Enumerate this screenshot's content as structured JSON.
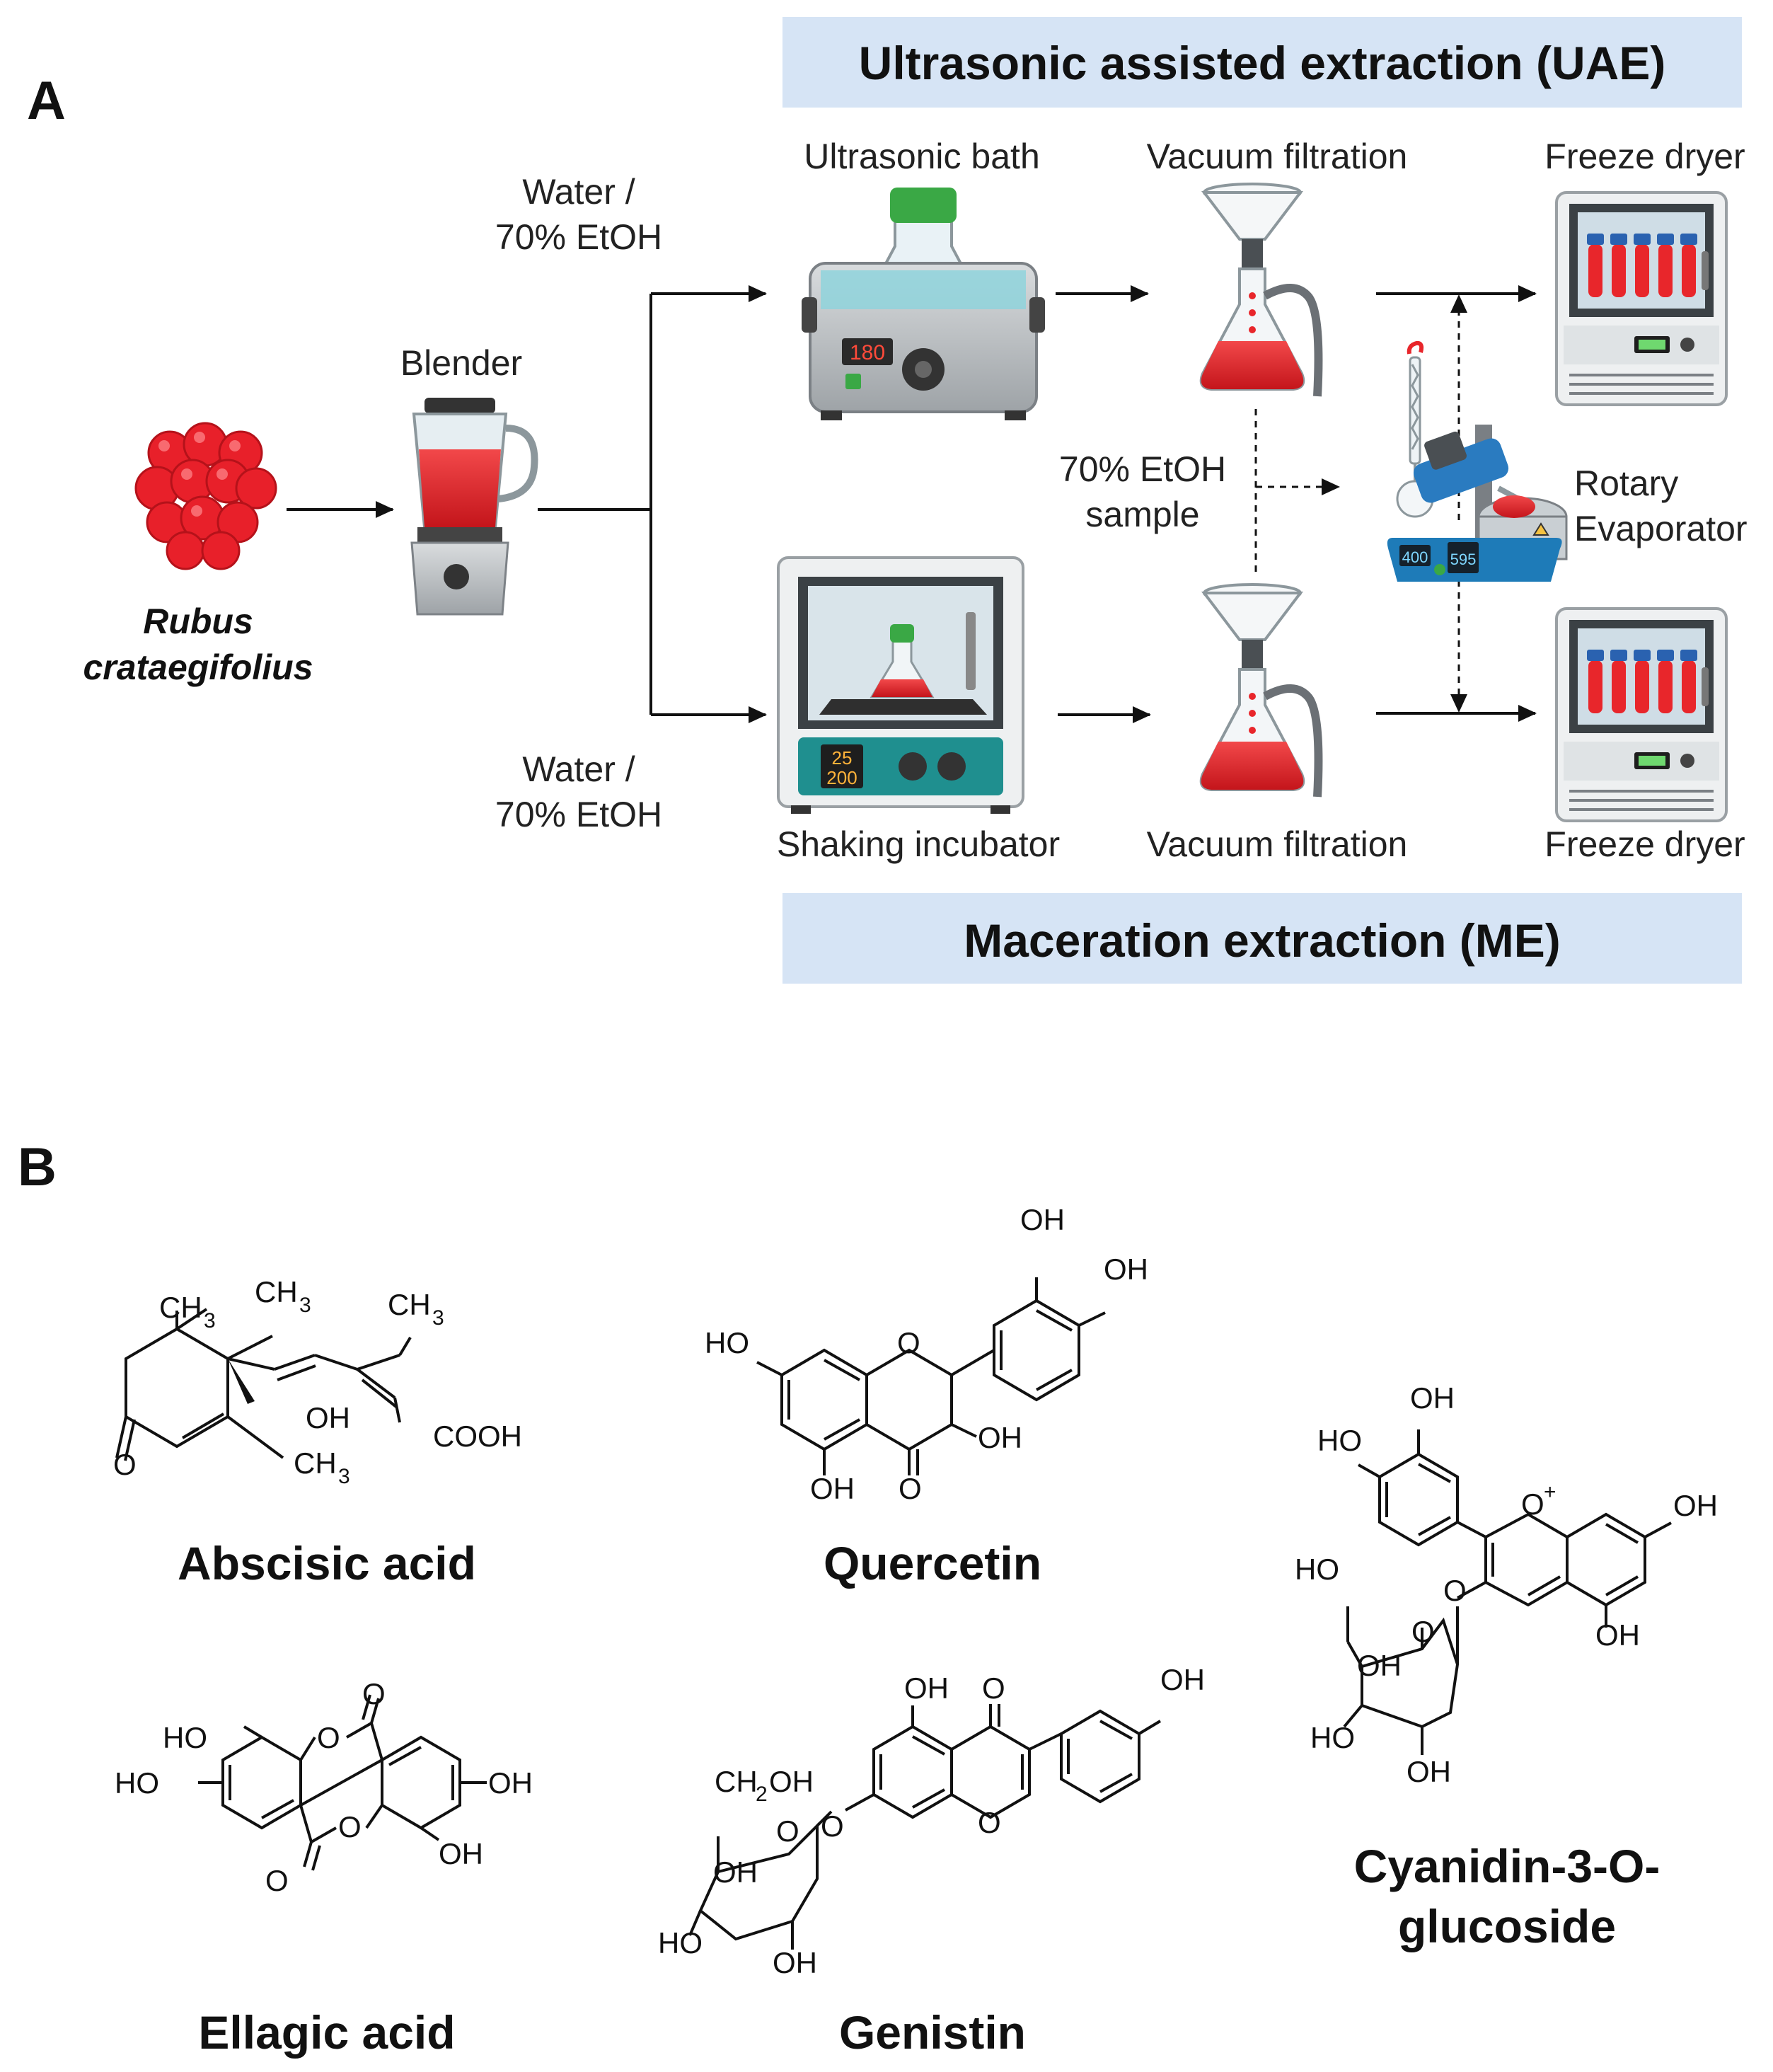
{
  "panel_a": {
    "label": "A",
    "uae_title": "Ultrasonic assisted extraction (UAE)",
    "me_title": "Maceration extraction (ME)",
    "berry_label_line1": "Rubus",
    "berry_label_line2": "crataegifolius",
    "blender_label": "Blender",
    "solvent_top_line1": "Water /",
    "solvent_top_line2": "70% EtOH",
    "solvent_bottom_line1": "Water /",
    "solvent_bottom_line2": "70% EtOH",
    "ultrasonic_bath_label": "Ultrasonic bath",
    "ultrasonic_display": "180",
    "shaking_incubator_label": "Shaking incubator",
    "incubator_display_top": "25",
    "incubator_display_bottom": "200",
    "vacuum_top_label": "Vacuum filtration",
    "vacuum_bottom_label": "Vacuum filtration",
    "sample_label_line1": "70% EtOH",
    "sample_label_line2": "sample",
    "rotary_label_line1": "Rotary",
    "rotary_label_line2": "Evaporator",
    "rotary_display_left": "400",
    "rotary_display_right": "595",
    "freeze_top_label": "Freeze dryer",
    "freeze_bottom_label": "Freeze dryer"
  },
  "panel_b": {
    "label": "B",
    "compounds": [
      {
        "name": "Abscisic acid"
      },
      {
        "name": "Quercetin"
      },
      {
        "name": "Cyanidin-3-O-",
        "name_line2": "glucoside"
      },
      {
        "name": "Ellagic acid"
      },
      {
        "name": "Genistin"
      }
    ],
    "atoms": {
      "ch3": "CH",
      "sub3": "3",
      "oh": "OH",
      "ho": "HO",
      "o": "O",
      "cooh": "COOH",
      "ch2oh_a": "CH",
      "sub2": "2",
      "ch2oh_b": "OH",
      "plus": "+"
    }
  },
  "colors": {
    "banner": "#d6e4f5",
    "red_liquid": "#e8262b",
    "cap_green": "#3aa845",
    "device_gray": "#b9bcbf",
    "incubator_teal": "#1f8f8f"
  }
}
